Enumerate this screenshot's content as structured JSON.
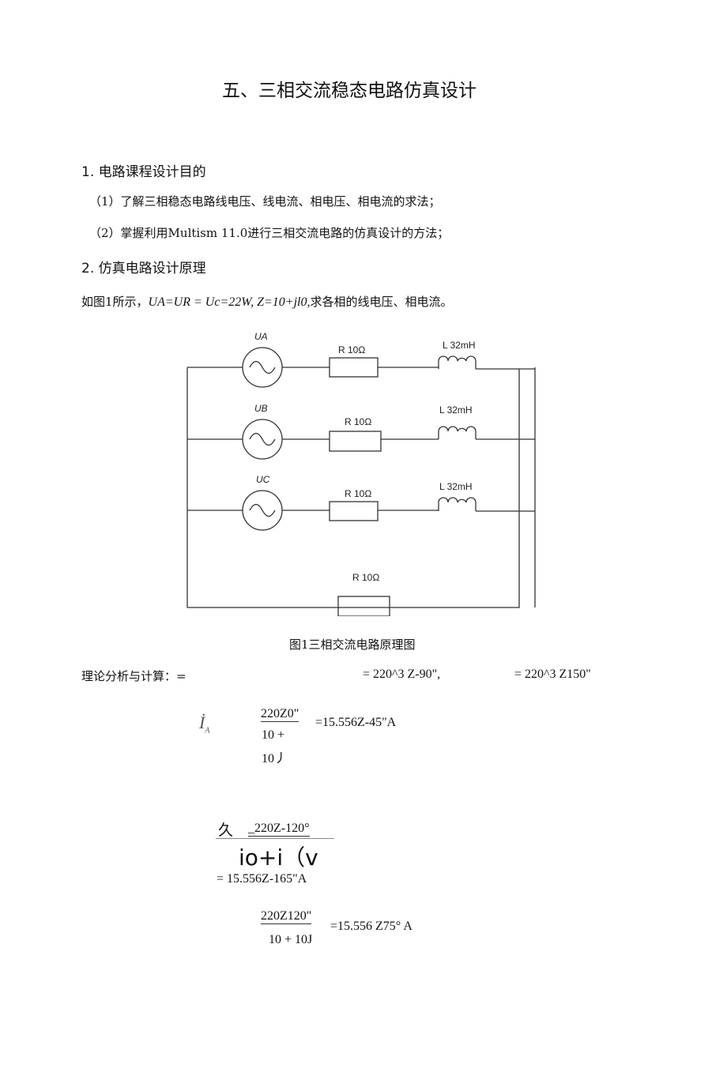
{
  "title": "五、三相交流稳态电路仿真设计",
  "section1": {
    "heading": "1.  电路课程设计目的",
    "items": [
      "（1）了解三相稳态电路线电压、线电流、相电压、相电流的求法；",
      "（2）掌握利用Multism 11.0进行三相交流电路的仿真设计的方法；"
    ]
  },
  "section2": {
    "heading": "2.  仿真电路设计原理",
    "intro_prefix": "如图1所示，",
    "intro_formula": "UA=UR = Uc=22W, Z=10+jl0,",
    "intro_suffix": "求各相的线电压、相电流。"
  },
  "circuit": {
    "sources": [
      "UA",
      "UB",
      "UC"
    ],
    "resistor": "R 10Ω",
    "inductor": "L 32mH"
  },
  "caption": "图1三相交流电路原理图",
  "analysis": {
    "label": "理论分析与计算：=",
    "ub": "= 220^3 Z-90\",",
    "uc": "= 220^3 Z150\""
  },
  "eqA": {
    "symbol": "İ",
    "sub": "A",
    "num": "220Z0\"",
    "den1": "10 +",
    "den2": "10丿",
    "result": "=15.556Z-45\"A"
  },
  "eqB": {
    "symbol": "久",
    "num": "_220Z-120°",
    "den": "io+i（v",
    "result": "= 15.556Z-165\"A"
  },
  "eqC": {
    "num": "220Z120\"",
    "den": "10 + 10J",
    "result": "=15.556 Z75° A"
  }
}
